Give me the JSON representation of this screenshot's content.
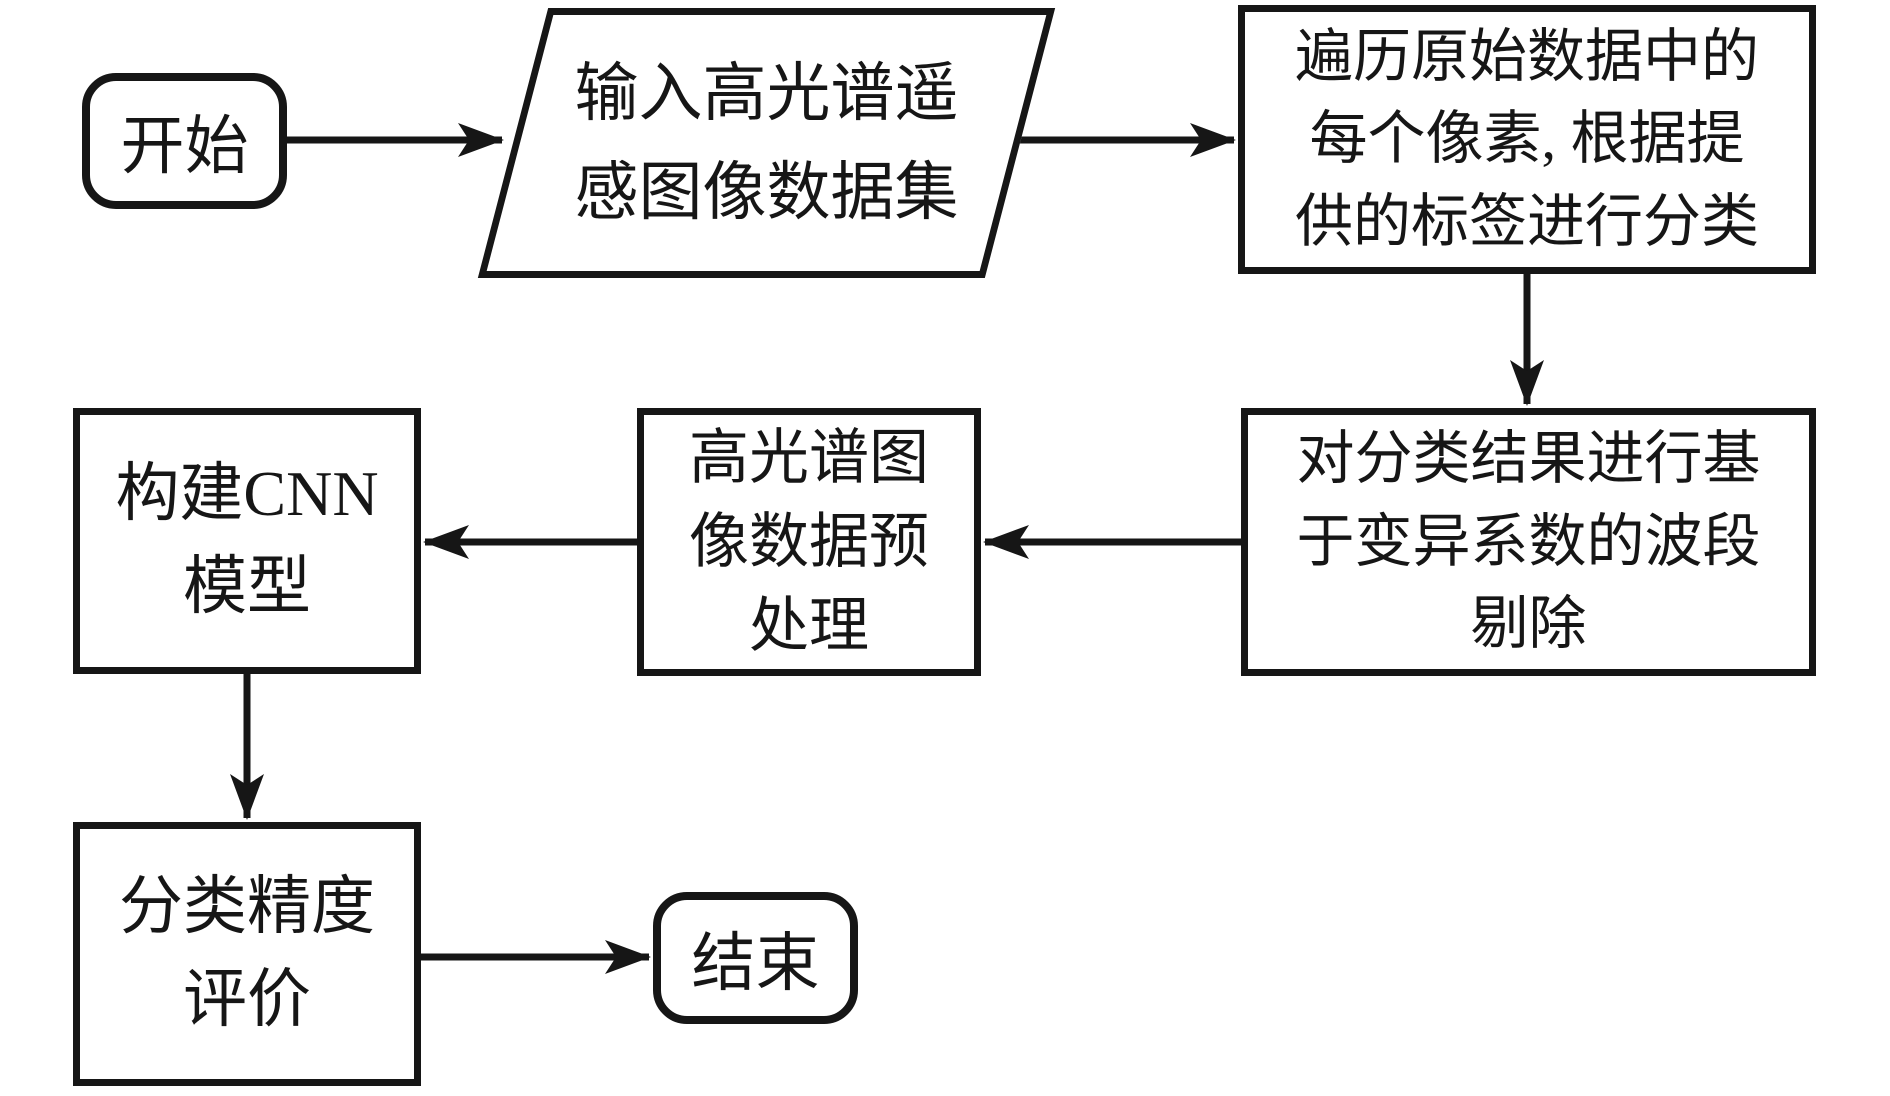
{
  "flowchart": {
    "nodes": {
      "start": {
        "shape": "rounded-terminal",
        "label": "开始"
      },
      "input_dataset": {
        "shape": "parallelogram-io",
        "label": "输入高光谱遥\n感图像数据集"
      },
      "traverse_classify": {
        "shape": "rect-process",
        "label": "遍历原始数据中的\n每个像素, 根据提\n供的标签进行分类"
      },
      "band_removal": {
        "shape": "rect-process",
        "label": "对分类结果进行基\n于变异系数的波段\n剔除"
      },
      "preprocess": {
        "shape": "rect-process",
        "label": "高光谱图\n像数据预\n处理"
      },
      "build_cnn": {
        "shape": "rect-process",
        "label": "构建CNN\n模型"
      },
      "accuracy_evaluation": {
        "shape": "rect-process",
        "label": "分类精度\n评价"
      },
      "end": {
        "shape": "rounded-terminal",
        "label": "结束"
      }
    },
    "edges": [
      {
        "from": "start",
        "to": "input_dataset"
      },
      {
        "from": "input_dataset",
        "to": "traverse_classify"
      },
      {
        "from": "traverse_classify",
        "to": "band_removal"
      },
      {
        "from": "band_removal",
        "to": "preprocess"
      },
      {
        "from": "preprocess",
        "to": "build_cnn"
      },
      {
        "from": "build_cnn",
        "to": "accuracy_evaluation"
      },
      {
        "from": "accuracy_evaluation",
        "to": "end"
      }
    ],
    "colors": {
      "stroke": "#161616",
      "fill": "#ffffff",
      "text": "#161616"
    }
  }
}
